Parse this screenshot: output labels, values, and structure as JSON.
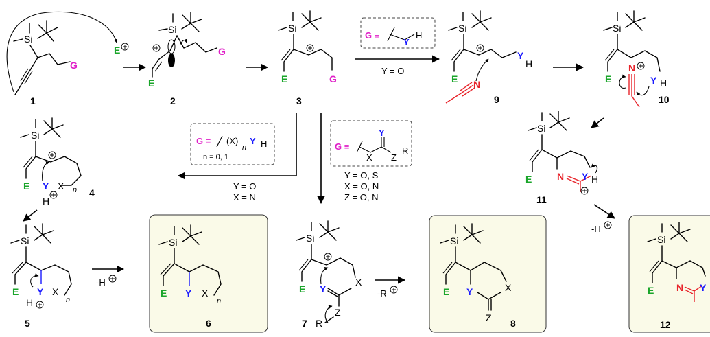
{
  "compounds": {
    "c1": "1",
    "c2": "2",
    "c3": "3",
    "c4": "4",
    "c5": "5",
    "c6": "6",
    "c7": "7",
    "c8": "8",
    "c9": "9",
    "c10": "10",
    "c11": "11",
    "c12": "12"
  },
  "atoms": {
    "si": "Si",
    "e": "E",
    "g": "G",
    "y": "Y",
    "h": "H",
    "x": "X",
    "z": "Z",
    "r": "R",
    "n": "N",
    "n_sub": "n"
  },
  "conditions": {
    "box1_def": "G ≡",
    "box1_y": "Y",
    "box1_h": "H",
    "cond_9": "Y = O",
    "box2_def": "G ≡",
    "box2_x": "(X)",
    "box2_n": "n",
    "box2_y": "Y",
    "box2_h": "H",
    "box2_range": "n = 0, 1",
    "cond_4a": "Y = O",
    "cond_4b": "X = N",
    "box3_def": "G ≡",
    "box3_x": "X",
    "box3_y": "Y",
    "box3_z": "Z",
    "box3_r": "R",
    "cond_7a": "Y = O, S",
    "cond_7b": "X = O, N",
    "cond_7c": "Z = O, N",
    "loss_h_6": "-H",
    "loss_r_8": "-R",
    "loss_h_12": "-H"
  },
  "colors": {
    "electrophile": "#1aa52a",
    "group": "#e020c8",
    "heteroatom": "#1a1aff",
    "nitrile": "#e8242b",
    "highlight": "#fafae8"
  }
}
